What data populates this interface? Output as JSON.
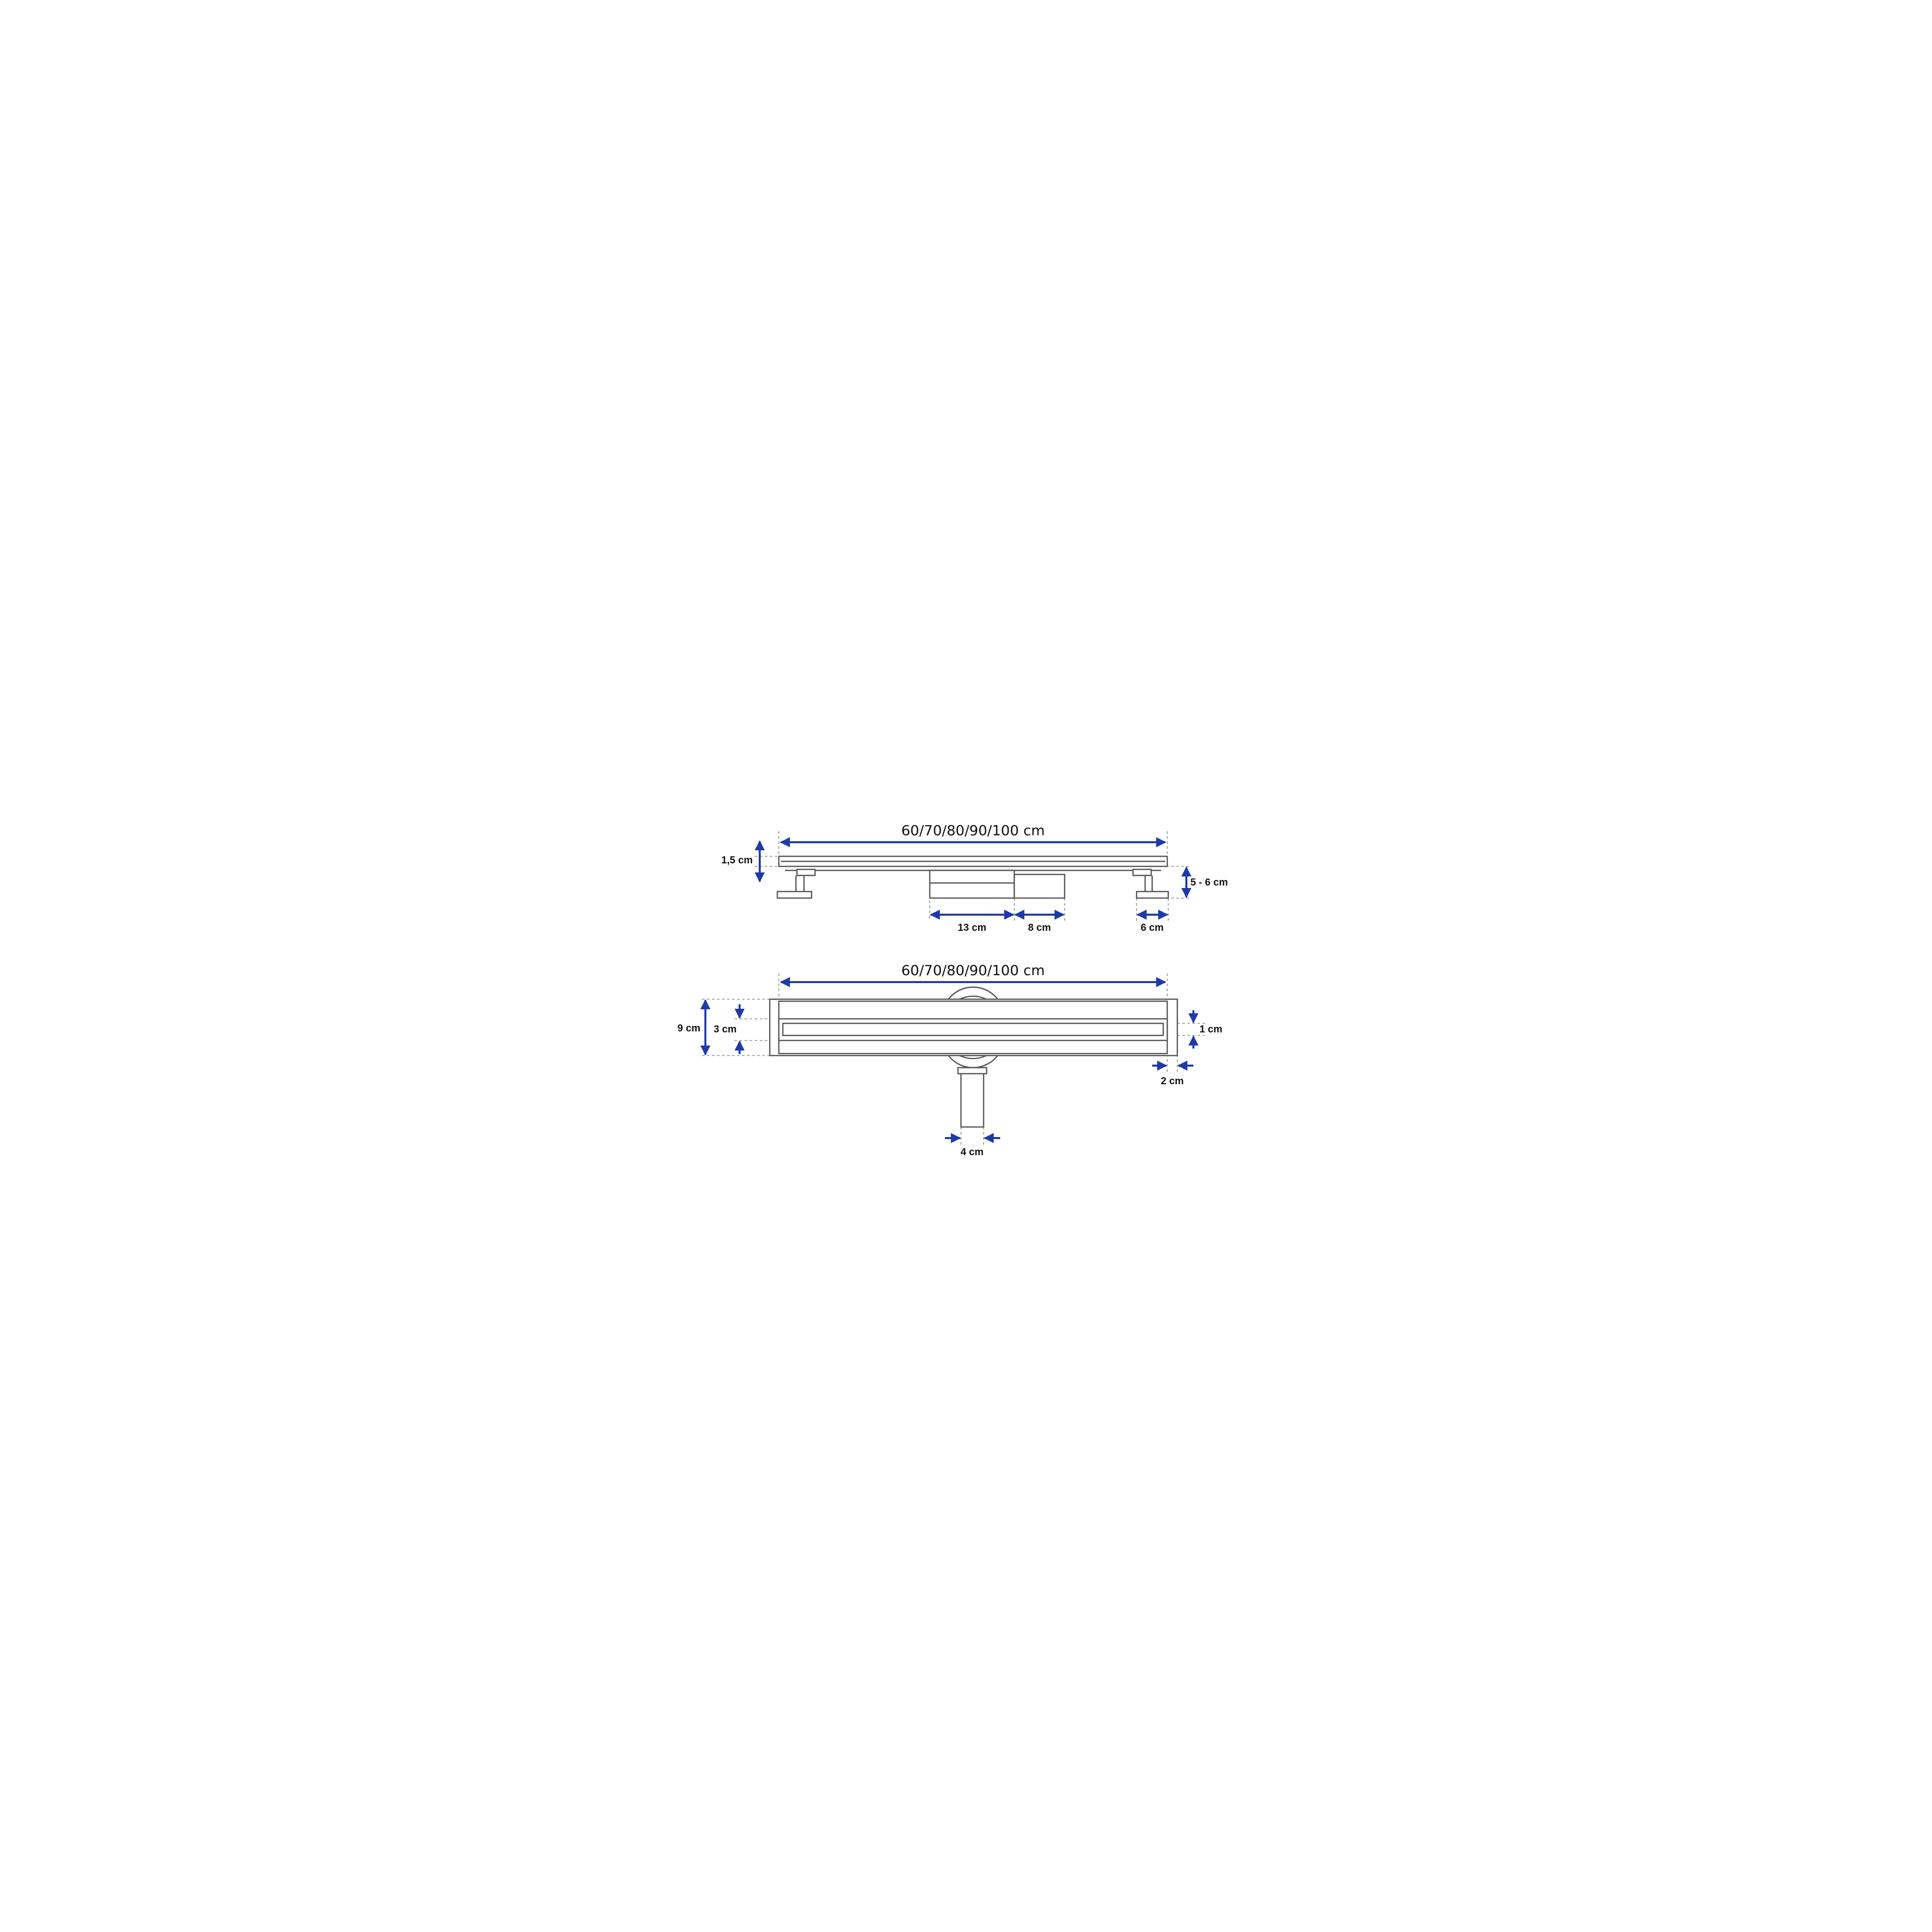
{
  "side_view": {
    "length_label": "60/70/80/90/100 cm",
    "grate_height_label": "1,5 cm",
    "total_height_label": "5 - 6 cm",
    "outlet_width_label": "13 cm",
    "trap_width_label": "8 cm",
    "foot_width_label": "6 cm"
  },
  "top_view": {
    "length_label": "60/70/80/90/100 cm",
    "total_width_label": "9 cm",
    "channel_width_label": "3 cm",
    "slot_width_label": "1 cm",
    "end_margin_label": "2 cm",
    "pipe_diameter_label": "4 cm"
  },
  "colors": {
    "dimension": "#1f3aa8",
    "outline": "#555555",
    "guide": "#8a8a8a",
    "background": "#ffffff"
  }
}
